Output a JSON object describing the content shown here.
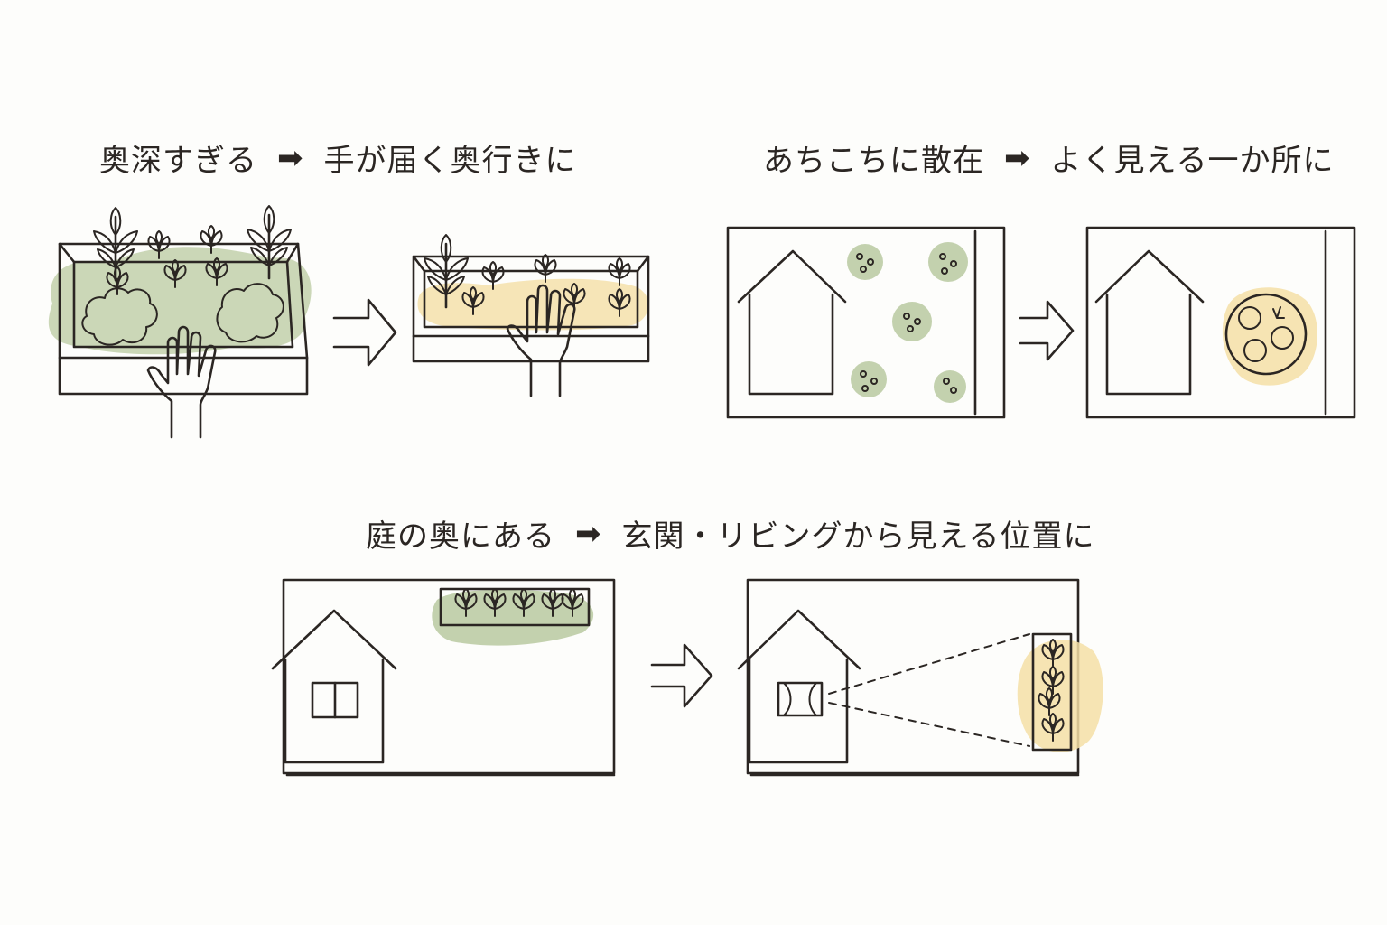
{
  "panels": [
    {
      "before": "奥深すぎる",
      "after": "手が届く奥行きに"
    },
    {
      "before": "あちこちに散在",
      "after": "よく見える一か所に"
    },
    {
      "before": "庭の奥にある",
      "after": "玄関・リビングから見える位置に"
    }
  ],
  "arrow_glyph": "➡",
  "colors": {
    "ink": "#2b2623",
    "green": "#b9c9a0",
    "yellow": "#f4dfa6"
  },
  "icons": [
    "hand-icon",
    "house-icon",
    "plant-icon",
    "arrow-icon",
    "window-icon"
  ]
}
